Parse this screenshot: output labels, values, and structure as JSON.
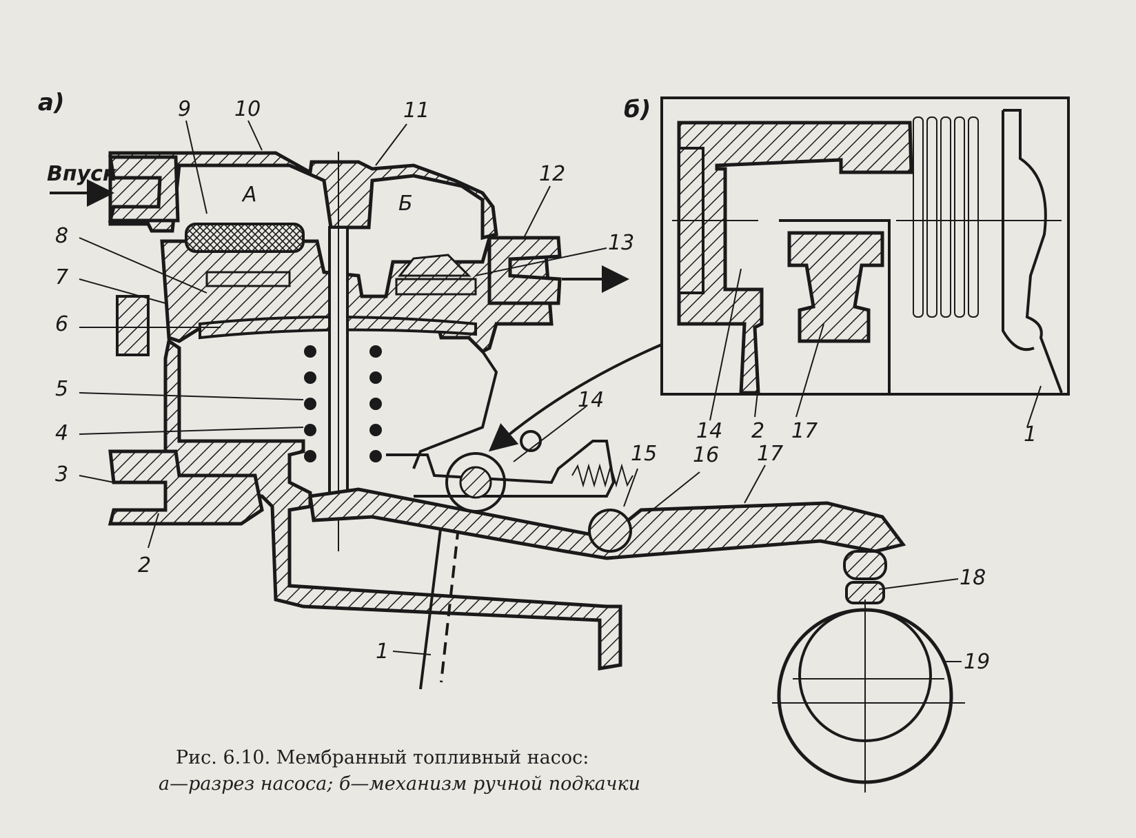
{
  "panels": {
    "a": "а)",
    "b": "б)"
  },
  "inlet_label": "Впуск",
  "chambers": {
    "a": "А",
    "b": "Б"
  },
  "part_labels": {
    "p1a": "1",
    "p2a": "2",
    "p3": "3",
    "p4": "4",
    "p5": "5",
    "p6": "6",
    "p7": "7",
    "p8": "8",
    "p9": "9",
    "p10": "10",
    "p11": "11",
    "p12": "12",
    "p13": "13",
    "p14a": "14",
    "p15": "15",
    "p16": "16",
    "p17a": "17",
    "p18": "18",
    "p19": "19",
    "p14b": "14",
    "p2b": "2",
    "p17b": "17",
    "p1b": "1"
  },
  "caption": {
    "line1": "Рис. 6.10. Мембранный топливный насос:",
    "line2": "а—разрез насоса; б—механизм ручной подкачки"
  },
  "colors": {
    "paper": "#e9e8e3",
    "ink": "#1a1a1a"
  }
}
